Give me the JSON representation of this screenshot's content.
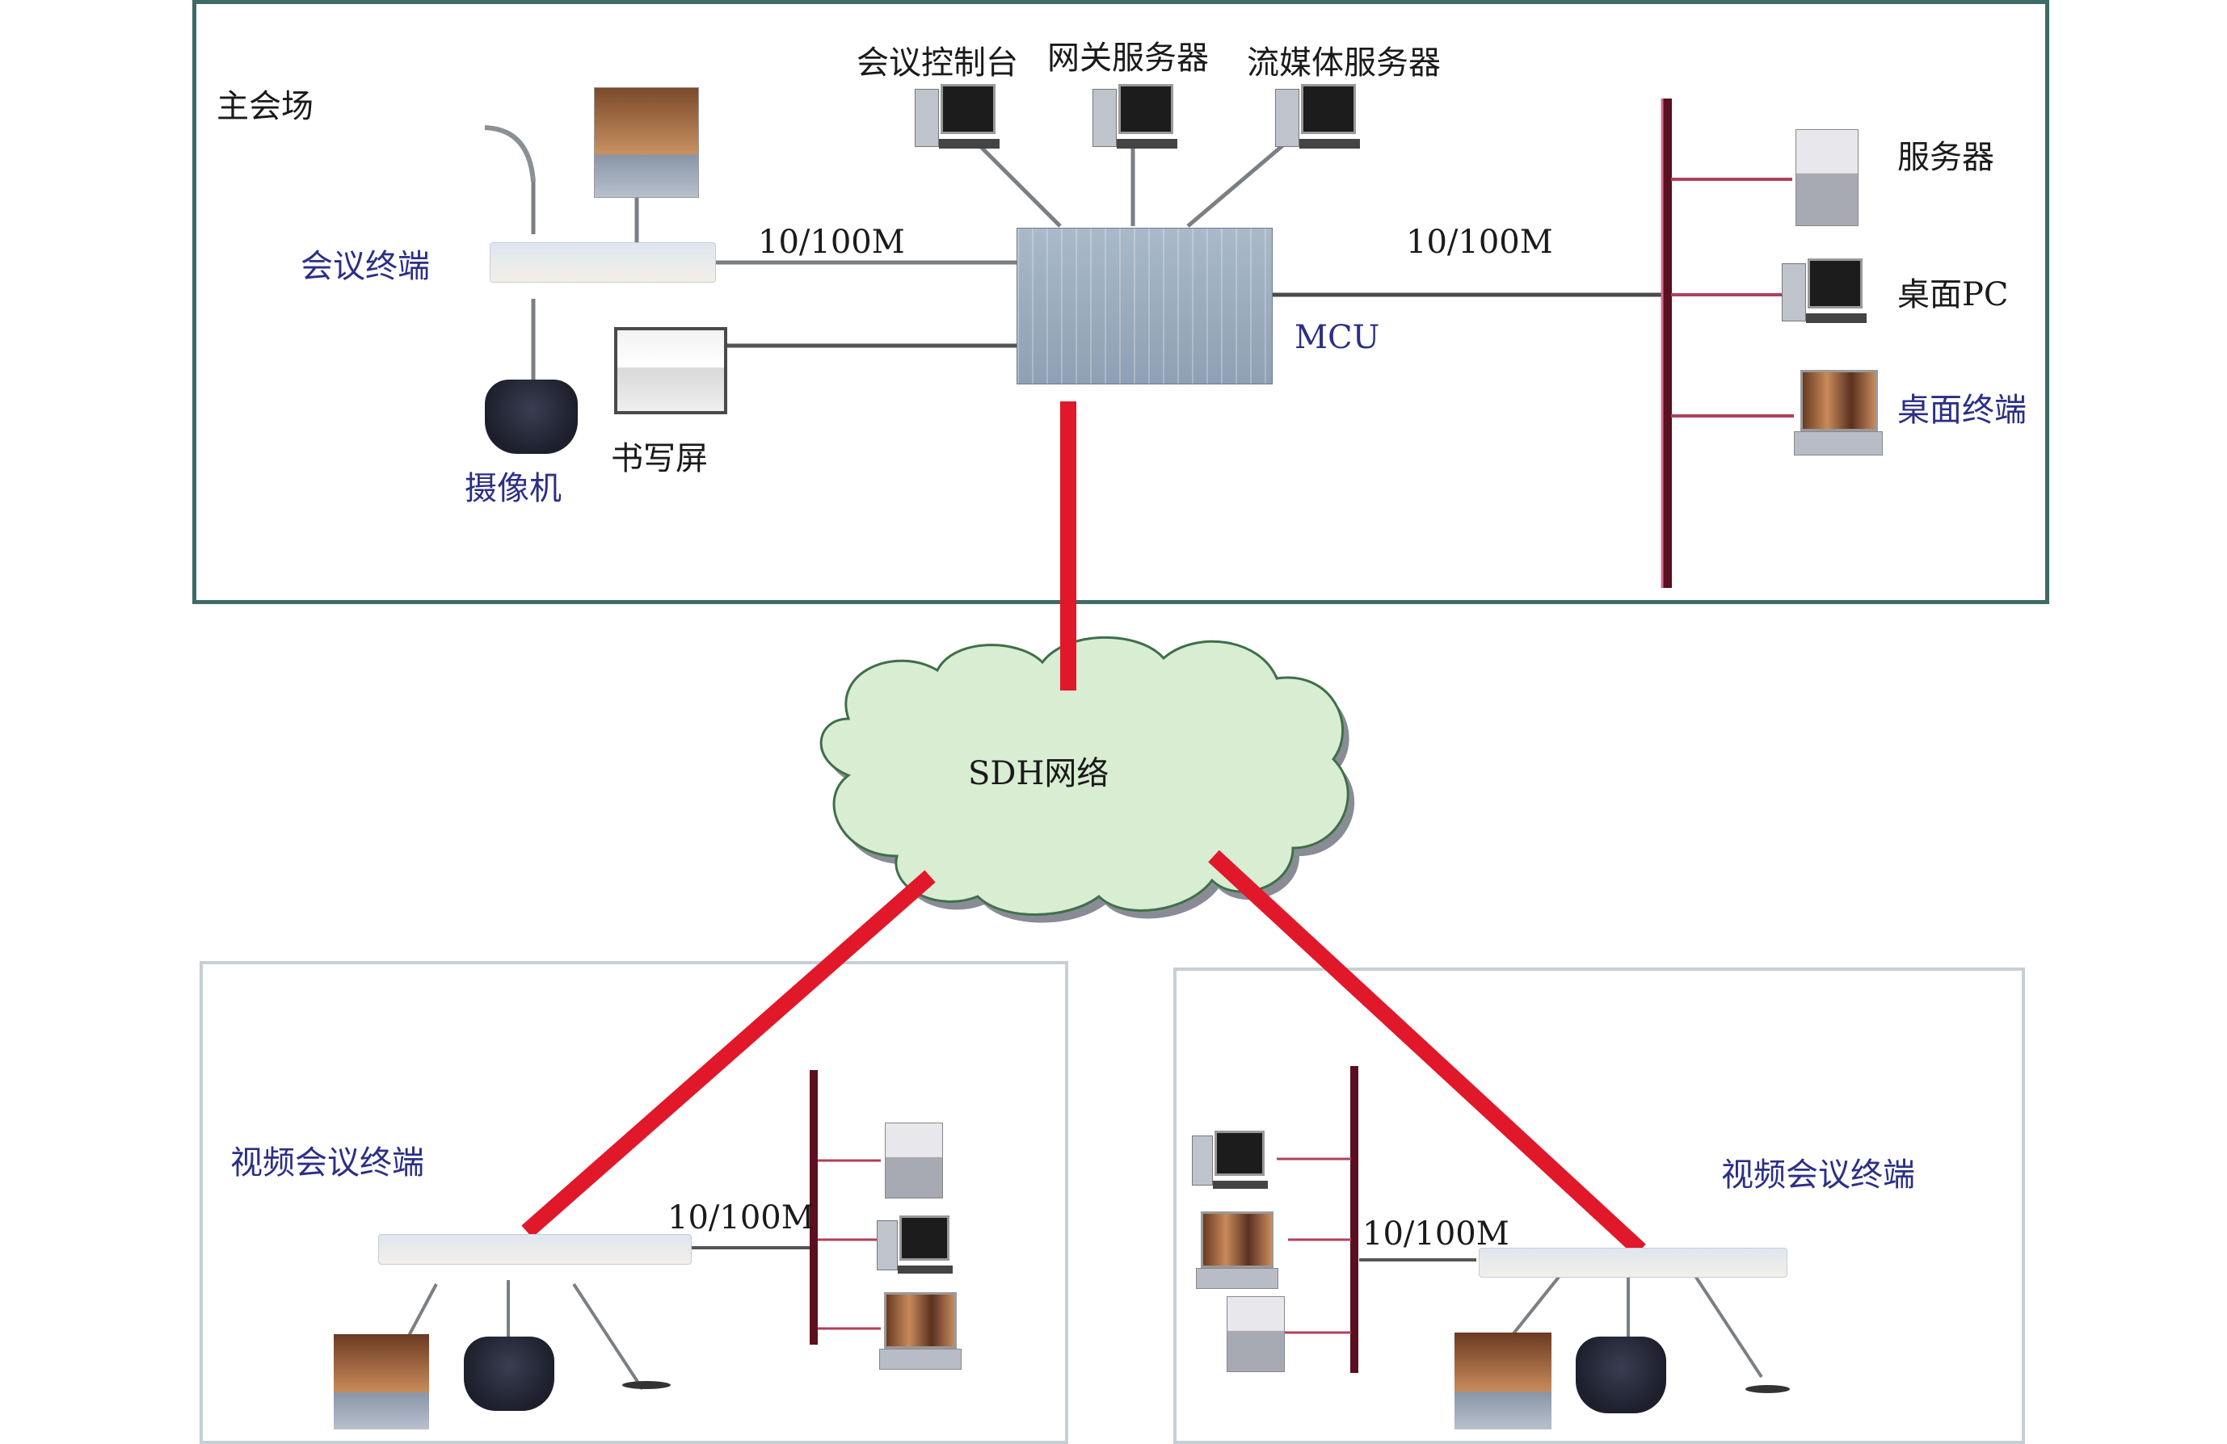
{
  "colors": {
    "zone_border": "#3e6b66",
    "sub_zone_border": "#c6d0d4",
    "wan_link": "#e0182a",
    "lan_bus": "#5a1020",
    "lan_branch": "#b0405a",
    "cloud_fill": "#d8edd2",
    "cloud_stroke": "#3f6f4a",
    "label_black": "#1a1a1a",
    "label_blue": "#2b2f86"
  },
  "main_site": {
    "title": "主会场",
    "devices": {
      "conference_terminal": "会议终端",
      "camera": "摄像机",
      "writing_screen": "书写屏",
      "conference_console": "会议控制台",
      "gateway_server": "网关服务器",
      "streaming_server": "流媒体服务器",
      "mcu": "MCU",
      "server": "服务器",
      "desktop_pc": "桌面PC",
      "desktop_terminal": "桌面终端"
    },
    "link_left": "10/100M",
    "link_right": "10/100M"
  },
  "network": {
    "label": "SDH网络"
  },
  "branch_left": {
    "terminal": "视频会议终端",
    "link": "10/100M"
  },
  "branch_right": {
    "terminal": "视频会议终端",
    "link": "10/100M"
  }
}
